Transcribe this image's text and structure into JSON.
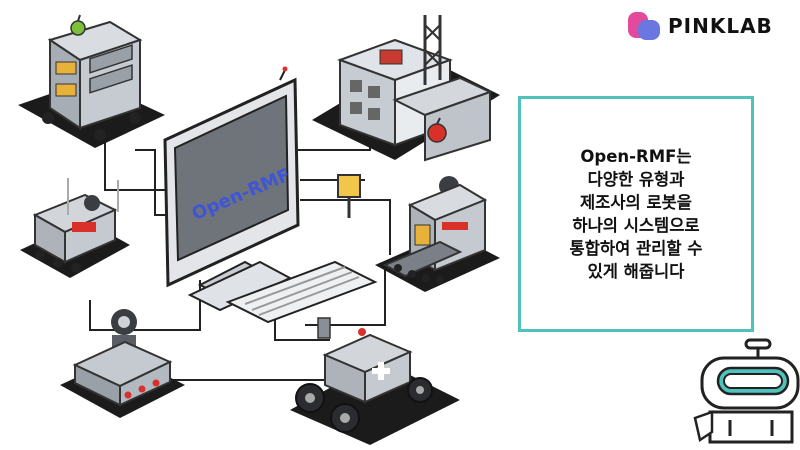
{
  "brand": {
    "name": "PINKLAB",
    "logo_icon": "pinklab-logo-icon",
    "colors": {
      "pink": "#e34a9c",
      "blue": "#6a77e0"
    }
  },
  "monitor": {
    "screen_text": "Open-RMF"
  },
  "callout": {
    "lines": [
      "Open-RMF는",
      "다양한 유형과",
      "제조사의 로봇을",
      "하나의 시스템으로",
      "통합하여 관리할 수",
      "있게 해줍니다"
    ],
    "border_color": "#4fc3bb"
  },
  "mascot": {
    "icon": "robot-mascot-icon",
    "accent_color": "#4fc3bb"
  }
}
